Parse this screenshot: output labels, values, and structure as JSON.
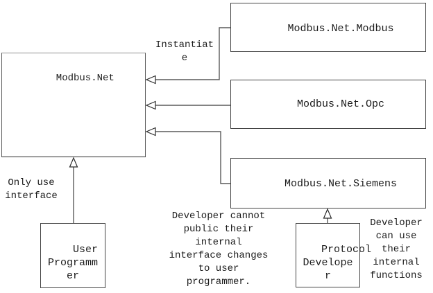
{
  "diagram": {
    "title_hint": "Modbus.Net architecture diagram",
    "colors": {
      "background": "#ffffff",
      "line": "#5a5a5a",
      "border": "#424242",
      "text": "#1a1a1a",
      "arrowhead_fill": "#ffffff"
    },
    "boxes": {
      "modbus_net": {
        "label": "Modbus.Net"
      },
      "modbus_net_modbus": {
        "label": "Modbus.Net.Modbus"
      },
      "modbus_net_opc": {
        "label": "Modbus.Net.Opc"
      },
      "modbus_net_siemens": {
        "label": "Modbus.Net.Siemens"
      },
      "user_programmer": {
        "label": "User\nProgramm\ner"
      },
      "protocol_developer": {
        "label": "Protocol\nDevelope\nr"
      }
    },
    "annotations": {
      "instantiate": "Instantiat\ne",
      "only_use": "Only use\ninterface",
      "developer_cannot": "Developer cannot\npublic their\ninternal\ninterface changes\nto user\nprogrammer.",
      "developer_can": "Developer\ncan use\ntheir\ninternal\nfunctions"
    }
  }
}
